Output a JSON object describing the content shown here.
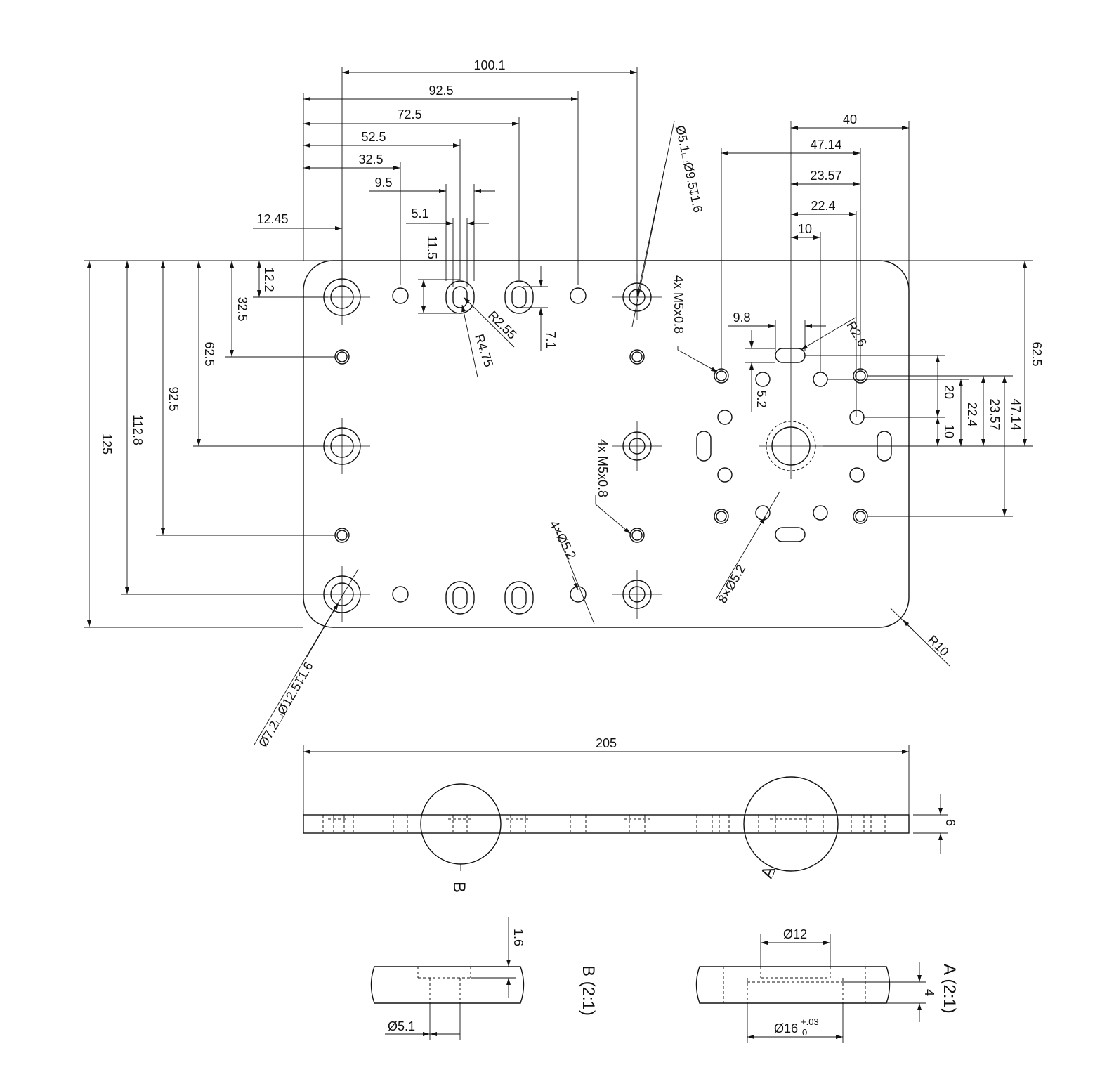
{
  "top_view": {
    "horizontal_dims": [
      "100.1",
      "92.5",
      "72.5",
      "52.5",
      "32.5",
      "9.5",
      "5.1",
      "12.45"
    ],
    "right_dims": [
      "40",
      "47.14",
      "23.57",
      "22.4",
      "10",
      "9.8"
    ],
    "vertical_left_dims": [
      "125",
      "112.8",
      "92.5",
      "62.5",
      "32.5",
      "12.2"
    ],
    "vertical_right_dims": [
      "62.5",
      "47.14",
      "23.57",
      "22.4",
      "20",
      "10",
      "5.2"
    ],
    "slot_dims": [
      "11.5",
      "7.1",
      "R2.55",
      "R4.75",
      "R2.6"
    ],
    "callouts": {
      "top_cbore": "Ø5.1⌴Ø9.5↧1.6",
      "bottom_cbore": "Ø7.2⌴Ø12.5↧1.6",
      "tap_right": "4x M5x0.8",
      "tap_mid": "4x M5x0.8",
      "holes_4": "4×Ø5.2",
      "holes_8": "8×Ø5.2",
      "corner_radius": "R10"
    }
  },
  "side_view": {
    "length": "205",
    "thickness": "6",
    "detail_b_label": "B",
    "detail_a_label": "A"
  },
  "detail_b": {
    "title": "B (2:1)",
    "depth": "1.6",
    "diameter": "Ø5.1"
  },
  "detail_a": {
    "title": "A (2:1)",
    "diameter_top": "Ø12",
    "depth": "4",
    "diameter_bottom": "Ø16",
    "tol_upper": "+.03",
    "tol_lower": "0"
  }
}
